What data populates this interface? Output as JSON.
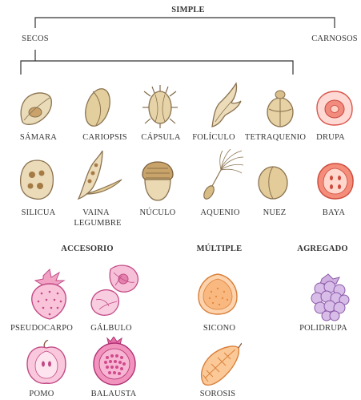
{
  "tree": {
    "root": "SIMPLE",
    "left_branch": "SECOS",
    "right_branch": "CARNOSOS"
  },
  "fruits": {
    "samara": "SÁMARA",
    "cariopsis": "CARIOPSIS",
    "capsula": "CÁPSULA",
    "foliculo": "FOLÍCULO",
    "tetraquenio": "TETRAQUENIO",
    "drupa": "DRUPA",
    "silicua": "SILICUA",
    "vaina_1": "VAINA",
    "vaina_2": "LEGUMBRE",
    "nuculo": "NÚCULO",
    "aquenio": "AQUENIO",
    "nuez": "NUEZ",
    "baya": "BAYA"
  },
  "groups": {
    "accesorio": "ACCESORIO",
    "multiple": "MÚLTIPLE",
    "agregado": "AGREGADO"
  },
  "accesorio_items": {
    "pseudocarpo": "PSEUDOCARPO",
    "galbulo": "GÁLBULO",
    "pomo": "POMO",
    "balausta": "BALAUSTA"
  },
  "multiple_items": {
    "sicono": "SICONO",
    "sorosis": "SOROSIS"
  },
  "agregado_items": {
    "polidrupa": "POLIDRUPA"
  },
  "colors": {
    "dry": "#e8d6b0",
    "dry_stroke": "#8a7250",
    "pink": "#f4a6c6",
    "pink_stroke": "#c24a86",
    "orange": "#f7c38f",
    "orange_stroke": "#d9803a",
    "red": "#f3927a",
    "purple": "#c9a6dc",
    "lines": "#333333"
  }
}
